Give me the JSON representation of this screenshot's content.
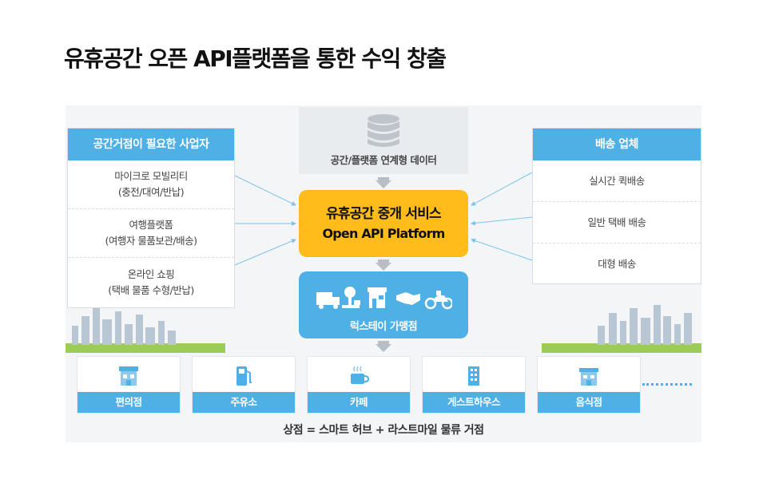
{
  "title": "유휴공간 오픈 API플랫폼을 통한 수익 창출",
  "left_panel": {
    "heading": "공간거점이 필요한 사업자",
    "items": [
      {
        "line1": "마이크로 모빌리티",
        "line2": "(충전/대여/반납)"
      },
      {
        "line1": "여행플랫폼",
        "line2": "(여행자 물품보관/배송)"
      },
      {
        "line1": "온라인 쇼핑",
        "line2": "(택배 물품 수형/반납)"
      }
    ]
  },
  "right_panel": {
    "heading": "배송 업체",
    "items": [
      "실시간 퀵배송",
      "일반 택배 배송",
      "대형 배송"
    ]
  },
  "data_box": {
    "label": "공간/플랫폼 연계형 데이터",
    "icon": "database-icon"
  },
  "platform": {
    "line1": "유휴공간 중개 서비스",
    "line2": "Open API Platform"
  },
  "store_box": {
    "label": "럭스테이 가맹점",
    "icons": [
      "truck-icon",
      "scale-icon",
      "store-icon",
      "handshake-icon",
      "motorcycle-icon"
    ]
  },
  "places": [
    {
      "label": "편의점",
      "icon": "convenience-store-icon"
    },
    {
      "label": "주유소",
      "icon": "gas-station-icon"
    },
    {
      "label": "카페",
      "icon": "coffee-cup-icon"
    },
    {
      "label": "게스트하우스",
      "icon": "building-icon"
    },
    {
      "label": "음식점",
      "icon": "restaurant-icon"
    }
  ],
  "caption": "상점 = 스마트 허브 + 라스트마일 물류 거점",
  "colors": {
    "accent_blue": "#4fb0e6",
    "platform_yellow": "#ffbc1a",
    "background": "#f4f5f7"
  }
}
